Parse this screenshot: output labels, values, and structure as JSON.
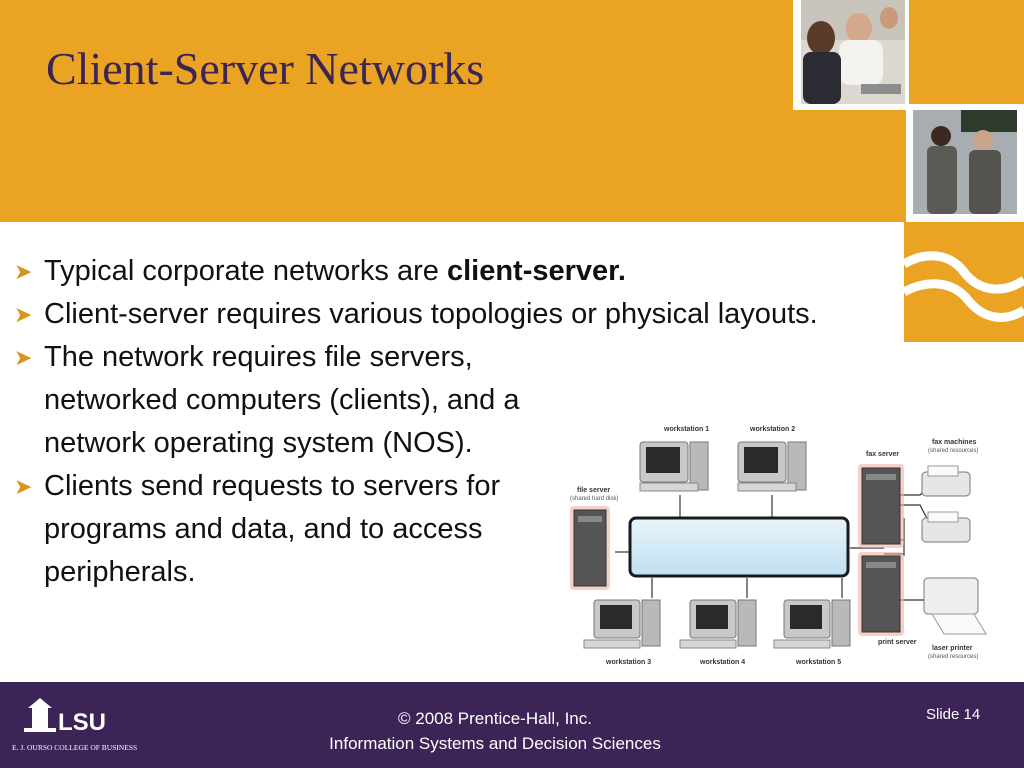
{
  "slide": {
    "title": "Client-Server Networks",
    "bullets": [
      {
        "text": "Typical corporate networks are ",
        "bold": "client-server."
      },
      {
        "text": "Client-server requires various topologies or physical layouts."
      },
      {
        "text": "The network requires file servers, networked computers (clients), and a network operating system (NOS)."
      },
      {
        "text": "Clients send requests to servers for programs and data, and to access peripherals."
      }
    ]
  },
  "diagram": {
    "workstations_top": [
      "workstation 1",
      "workstation 2"
    ],
    "workstations_bottom": [
      "workstation 3",
      "workstation 4",
      "workstation 5"
    ],
    "file_server": {
      "label": "file server",
      "sub": "(shared hard disk)"
    },
    "fax_server": {
      "label": "fax server"
    },
    "print_server": {
      "label": "print server"
    },
    "fax_machines": {
      "label": "fax machines",
      "sub": "(shared resources)"
    },
    "laser_printer": {
      "label": "laser printer",
      "sub": "(shared resources)"
    }
  },
  "footer": {
    "copyright": "© 2008 Prentice-Hall, Inc.",
    "department": "Information Systems and Decision Sciences",
    "slide_label": "Slide 14"
  },
  "logo": {
    "text": "LSU",
    "subtitle": "E. J. OURSO COLLEGE OF BUSINESS"
  },
  "colors": {
    "accent_orange": "#eba324",
    "footer_purple": "#3c2457",
    "title_purple": "#3b2552",
    "bullet_arrow": "#d8951e"
  }
}
